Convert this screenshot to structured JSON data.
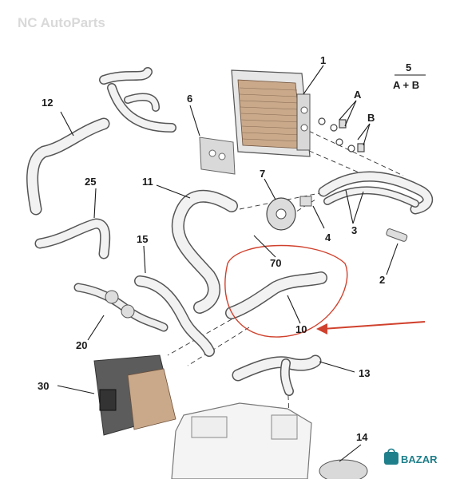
{
  "watermark": {
    "text": "NC AutoParts"
  },
  "callouts": {
    "c1": "1",
    "c2": "2",
    "c3": "3",
    "c4": "4",
    "c5": "5",
    "c5_sub": "A + B",
    "cA": "A",
    "cB": "B",
    "c6": "6",
    "c7": "7",
    "c10": "10",
    "c11": "11",
    "c12": "12",
    "c13": "13",
    "c14": "14",
    "c15": "15",
    "c20": "20",
    "c25": "25",
    "c30": "30",
    "c70": "70"
  },
  "branding": {
    "site_logo": "BAZAR",
    "logo_icon": "shopping-bag-icon"
  },
  "colors": {
    "line": "#1a1a1a",
    "hose_fill": "#f2f2f2",
    "hose_stroke": "#555555",
    "highlight": "#d0412d",
    "watermark": "#d9d9d9",
    "logo_bg": "#1f7f8a"
  }
}
